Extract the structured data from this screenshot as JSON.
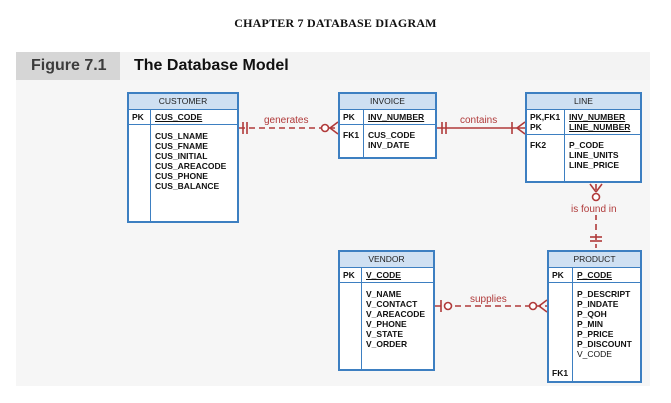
{
  "header": {
    "chapter": "CHAPTER 7 DATABASE DIAGRAM"
  },
  "figure": {
    "number": "Figure 7.1",
    "title": "The Database Model"
  },
  "entities": {
    "customer": {
      "name": "CUSTOMER",
      "pk_key": "PK",
      "pk_attr": "CUS_CODE",
      "attrs": [
        "CUS_LNAME",
        "CUS_FNAME",
        "CUS_INITIAL",
        "CUS_AREACODE",
        "CUS_PHONE",
        "CUS_BALANCE"
      ]
    },
    "invoice": {
      "name": "INVOICE",
      "pk_key": "PK",
      "pk_attr": "INV_NUMBER",
      "fk_key": "FK1",
      "attrs": [
        "CUS_CODE",
        "INV_DATE"
      ]
    },
    "line": {
      "name": "LINE",
      "pk_key1": "PK,FK1",
      "pk_key2": "PK",
      "pk_attr1": "INV_NUMBER",
      "pk_attr2": "LINE_NUMBER",
      "fk_key": "FK2",
      "attrs": [
        "P_CODE",
        "LINE_UNITS",
        "LINE_PRICE"
      ]
    },
    "vendor": {
      "name": "VENDOR",
      "pk_key": "PK",
      "pk_attr": "V_CODE",
      "attrs": [
        "V_NAME",
        "V_CONTACT",
        "V_AREACODE",
        "V_PHONE",
        "V_STATE",
        "V_ORDER"
      ]
    },
    "product": {
      "name": "PRODUCT",
      "pk_key": "PK",
      "pk_attr": "P_CODE",
      "attrs": [
        "P_DESCRIPT",
        "P_INDATE",
        "P_QOH",
        "P_MIN",
        "P_PRICE",
        "P_DISCOUNT"
      ],
      "fk_key": "FK1",
      "fk_attr": "V_CODE"
    }
  },
  "relationships": {
    "generates": "generates",
    "contains": "contains",
    "is_found_in": "is found in",
    "supplies": "supplies"
  },
  "colors": {
    "entity_border": "#3d7fc1",
    "entity_header": "#cfe0f2",
    "relationship": "#b03a3a"
  }
}
